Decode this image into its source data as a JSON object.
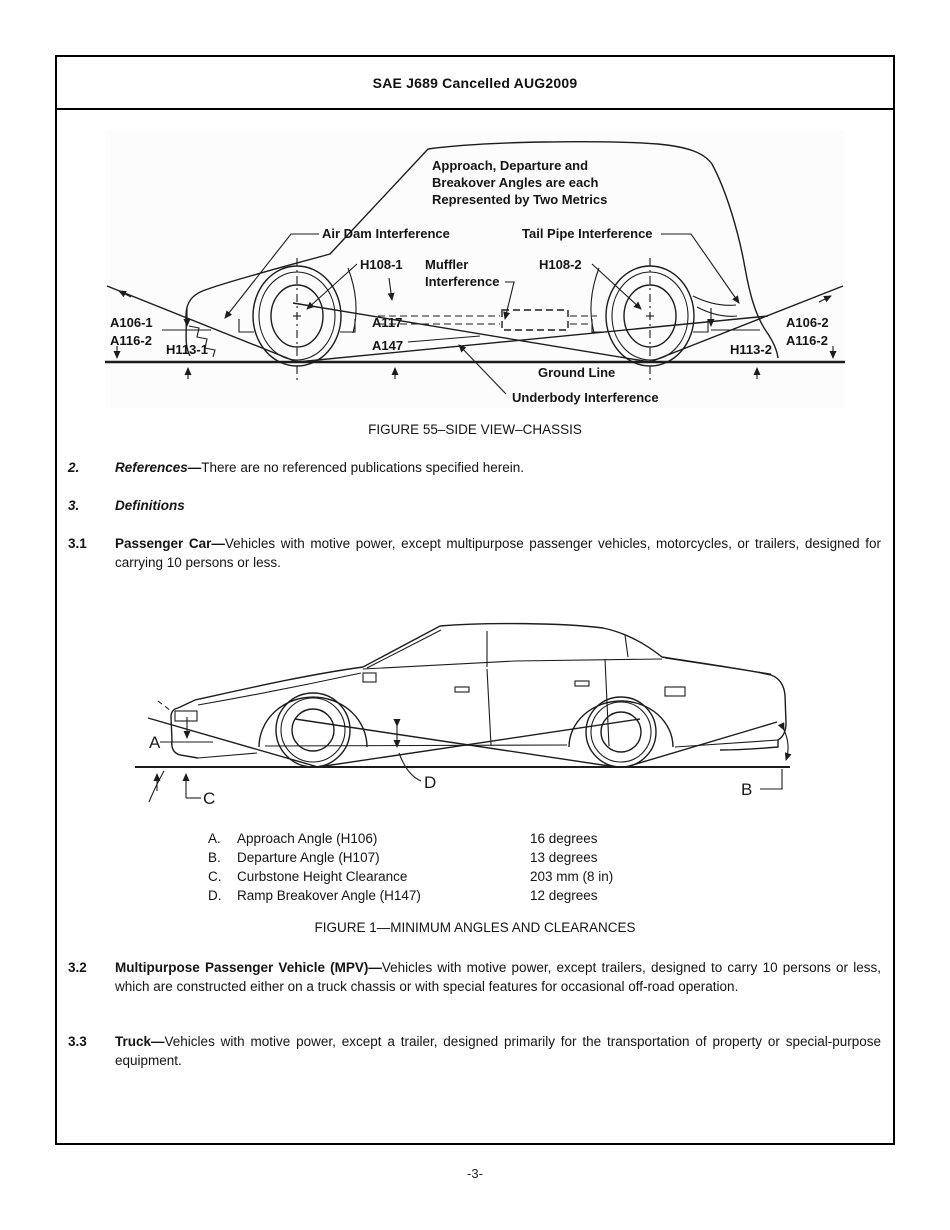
{
  "header": {
    "title": "SAE J689 Cancelled AUG2009"
  },
  "fig55": {
    "caption": "FIGURE 55–SIDE VIEW–CHASSIS",
    "note1": "Approach, Departure and",
    "note2": "Breakover Angles are each",
    "note3": "Represented by Two Metrics",
    "labels": {
      "air_dam": "Air Dam Interference",
      "tail_pipe": "Tail Pipe Interference",
      "h108_1": "H108-1",
      "muffler_1": "Muffler",
      "muffler_2": "Interference",
      "h108_2": "H108-2",
      "a106_1": "A106-1",
      "a116_2_left": "A116-2",
      "h113_1": "H113-1",
      "a117": "A117",
      "a147": "A147",
      "a106_2": "A106-2",
      "a116_2_right": "A116-2",
      "h113_2": "H113-2",
      "ground_line": "Ground Line",
      "underbody": "Underbody Interference"
    }
  },
  "sections": {
    "s2": {
      "num": "2.",
      "title": "References—",
      "body": "There are no referenced publications specified herein."
    },
    "s3": {
      "num": "3.",
      "title": "Definitions"
    },
    "s31": {
      "num": "3.1",
      "title": "Passenger Car—",
      "body": "Vehicles with motive power, except multipurpose passenger vehicles, motorcycles, or trailers, designed for carrying 10 persons or less."
    },
    "s32": {
      "num": "3.2",
      "title": "Multipurpose Passenger Vehicle (MPV)—",
      "body": "Vehicles with motive power, except trailers, designed to carry 10 persons or less, which are constructed either on a truck chassis or with special features for occasional off-road operation."
    },
    "s33": {
      "num": "3.3",
      "title": "Truck—",
      "body": "Vehicles with motive power, except a trailer, designed primarily for the transportation of property or special-purpose equipment."
    }
  },
  "fig1": {
    "caption": "FIGURE 1—MINIMUM ANGLES AND CLEARANCES",
    "letters": {
      "a": "A",
      "b": "B",
      "c": "C",
      "d": "D"
    },
    "table": {
      "rows": [
        {
          "letter": "A.",
          "label": "Approach Angle (H106)",
          "value": "16 degrees"
        },
        {
          "letter": "B.",
          "label": "Departure Angle (H107)",
          "value": "13 degrees"
        },
        {
          "letter": "C.",
          "label": "Curbstone Height Clearance",
          "value": "203 mm (8 in)"
        },
        {
          "letter": "D.",
          "label": "Ramp Breakover Angle (H147)",
          "value": "12 degrees"
        }
      ]
    }
  },
  "footer": {
    "page_number": "-3-"
  }
}
